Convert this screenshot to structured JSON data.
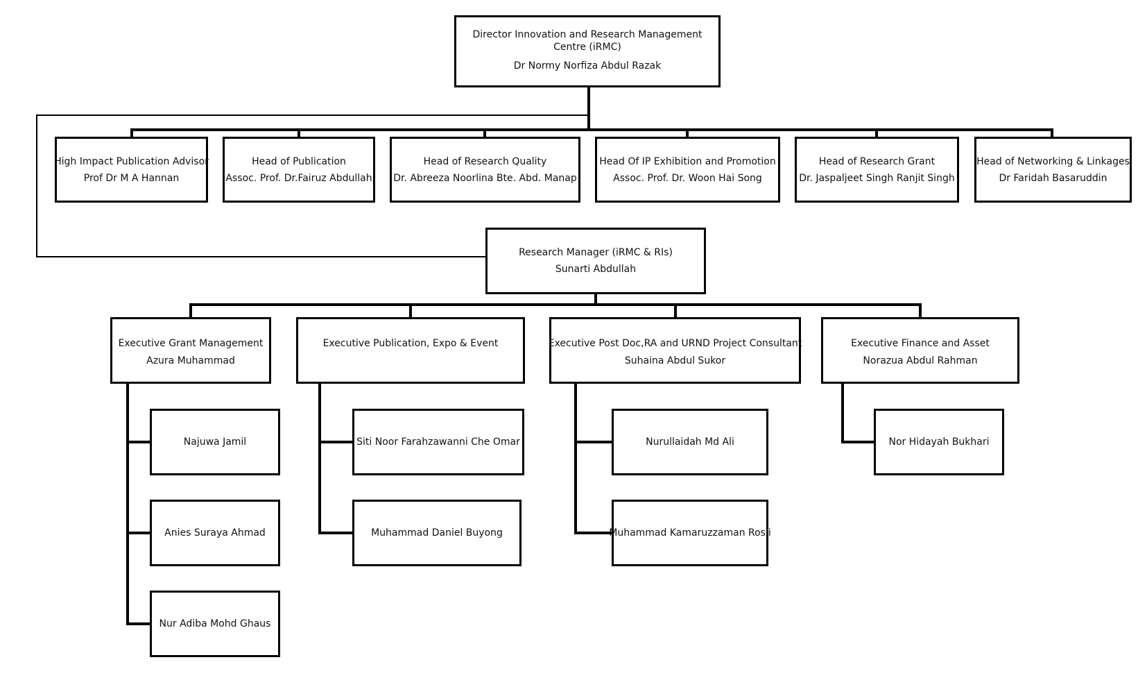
{
  "director": {
    "title": "Director Innovation and Research Management Centre (iRMC)",
    "name": "Dr Normy Norfiza  Abdul Razak"
  },
  "heads": [
    {
      "title": "High Impact Publication Advisor",
      "name": "Prof Dr M A Hannan"
    },
    {
      "title": "Head of Publication",
      "name": "Assoc. Prof. Dr.Fairuz Abdullah"
    },
    {
      "title": "Head of Research Quality",
      "name": "Dr. Abreeza Noorlina Bte. Abd. Manap"
    },
    {
      "title": "Head Of IP Exhibition and Promotion",
      "name": "Assoc. Prof. Dr. Woon Hai Song"
    },
    {
      "title": "Head of Research Grant",
      "name": "Dr. Jaspaljeet Singh Ranjit Singh"
    },
    {
      "title": "Head of Networking & Linkages",
      "name": "Dr Faridah Basaruddin"
    }
  ],
  "manager": {
    "title": "Research Manager (iRMC & RIs)",
    "name": "Sunarti Abdullah"
  },
  "executives": [
    {
      "title": "Executive Grant Management",
      "name": "Azura  Muhammad",
      "staff": [
        "Najuwa  Jamil",
        "Anies Suraya Ahmad",
        "Nur Adiba Mohd Ghaus"
      ]
    },
    {
      "title": "Executive Publication, Expo & Event",
      "name": "",
      "staff": [
        "Siti Noor Farahzawanni  Che Omar",
        "Muhammad Daniel Buyong"
      ]
    },
    {
      "title": "Executive Post Doc,RA and  URND Project Consultant",
      "name": "Suhaina  Abdul Sukor",
      "staff": [
        "Nurullaidah  Md Ali",
        "Muhammad Kamaruzzaman Rosli"
      ]
    },
    {
      "title": "Executive Finance and Asset",
      "name": "Norazua Abdul Rahman",
      "staff": [
        "Nor Hidayah Bukhari"
      ]
    }
  ]
}
